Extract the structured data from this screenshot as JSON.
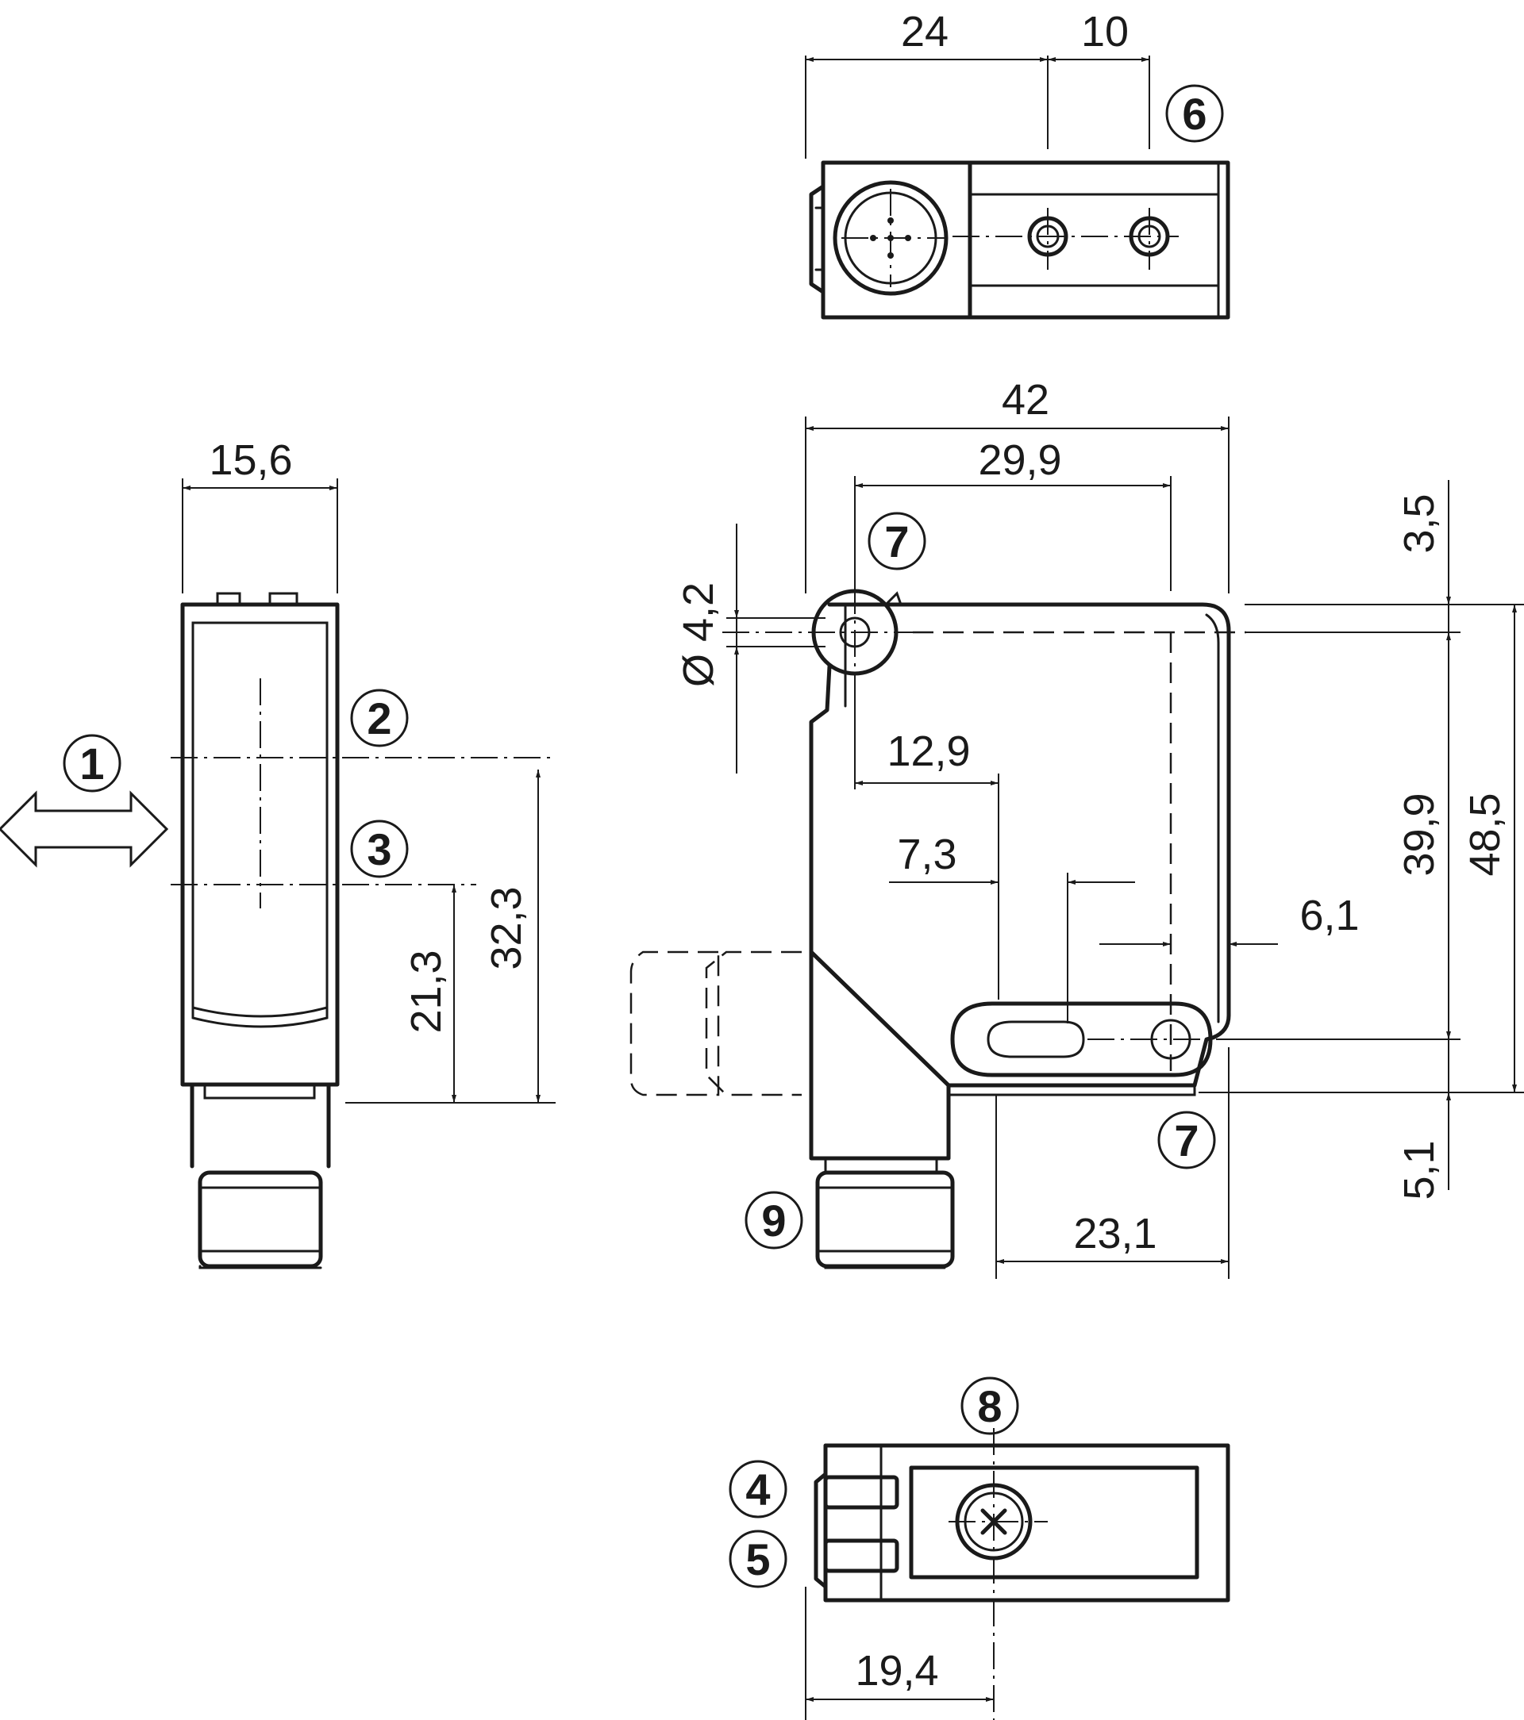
{
  "dimensions": {
    "d24": "24",
    "d10": "10",
    "d15_6": "15,6",
    "d42": "42",
    "d29_9": "29,9",
    "d3_5": "3,5",
    "d4_2": "Ø 4,2",
    "d12_9": "12,9",
    "d7_3": "7,3",
    "d6_1": "6,1",
    "d39_9": "39,9",
    "d48_5": "48,5",
    "d32_3": "32,3",
    "d21_3": "21,3",
    "d5_1": "5,1",
    "d23_1": "23,1",
    "d19_4": "19,4"
  },
  "callouts": {
    "c1": "1",
    "c2": "2",
    "c3": "3",
    "c4": "4",
    "c5": "5",
    "c6": "6",
    "c7a": "7",
    "c7b": "7",
    "c8": "8",
    "c9": "9"
  },
  "colors": {
    "line": "#1a1a1a",
    "background": "#ffffff"
  }
}
